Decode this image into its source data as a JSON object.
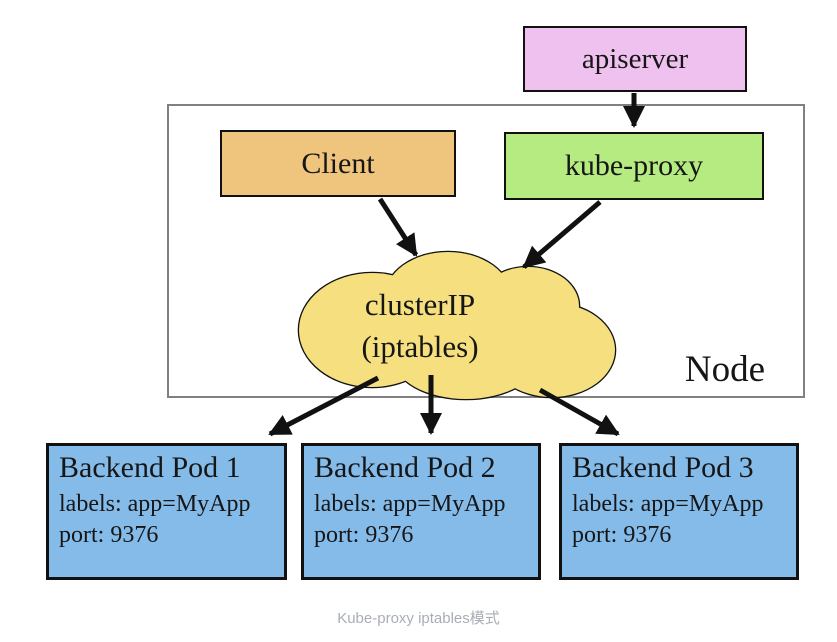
{
  "colors": {
    "apiserver_fill": "#efc1ef",
    "client_fill": "#efc47d",
    "kube_proxy_fill": "#b5eb80",
    "cloud_fill": "#f6df7e",
    "pod_fill": "#85bbe9",
    "line": "#111111",
    "node_border": "#808080",
    "caption_text": "#a9aeb6"
  },
  "apiserver": {
    "label": "apiserver"
  },
  "client": {
    "label": "Client"
  },
  "kube_proxy": {
    "label": "kube-proxy"
  },
  "cluster_ip": {
    "title": "clusterIP",
    "subtitle": "(iptables)"
  },
  "node": {
    "label": "Node"
  },
  "pods": [
    {
      "title": "Backend Pod 1",
      "labels_line": "labels: app=MyApp",
      "port_line": "port: 9376"
    },
    {
      "title": "Backend Pod 2",
      "labels_line": "labels: app=MyApp",
      "port_line": "port: 9376"
    },
    {
      "title": "Backend Pod 3",
      "labels_line": "labels: app=MyApp",
      "port_line": "port: 9376"
    }
  ],
  "caption": "Kube-proxy iptables模式"
}
